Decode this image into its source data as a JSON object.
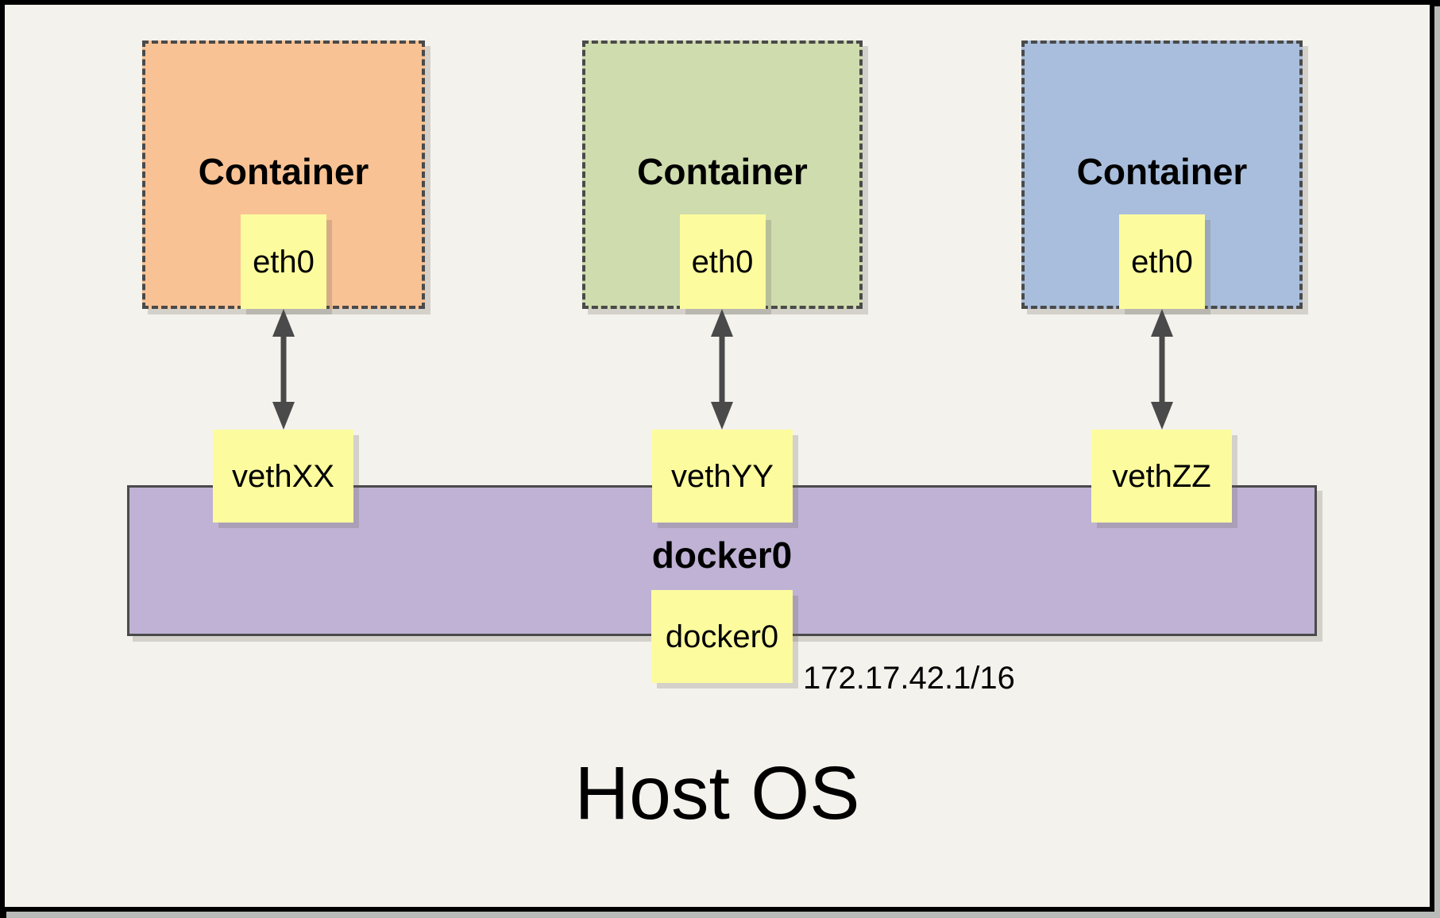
{
  "palette": {
    "background": "#F4F2EC",
    "frame_color": "#000000",
    "frame_shadow": "#B9BBB8",
    "line_color": "#4A4A4A",
    "note_fill": "#FCFC9E"
  },
  "containers": [
    {
      "label": "Container",
      "interface_label": "eth0",
      "veth_label": "vethXX",
      "fill": "#F9C294"
    },
    {
      "label": "Container",
      "interface_label": "eth0",
      "veth_label": "vethYY",
      "fill": "#CFDCAD"
    },
    {
      "label": "Container",
      "interface_label": "eth0",
      "veth_label": "vethZZ",
      "fill": "#A9BEDC"
    }
  ],
  "bridge": {
    "label": "docker0",
    "interface_label": "docker0",
    "ip": "172.17.42.1/16",
    "fill": "#BFB2D4"
  },
  "host": {
    "label": "Host OS"
  }
}
